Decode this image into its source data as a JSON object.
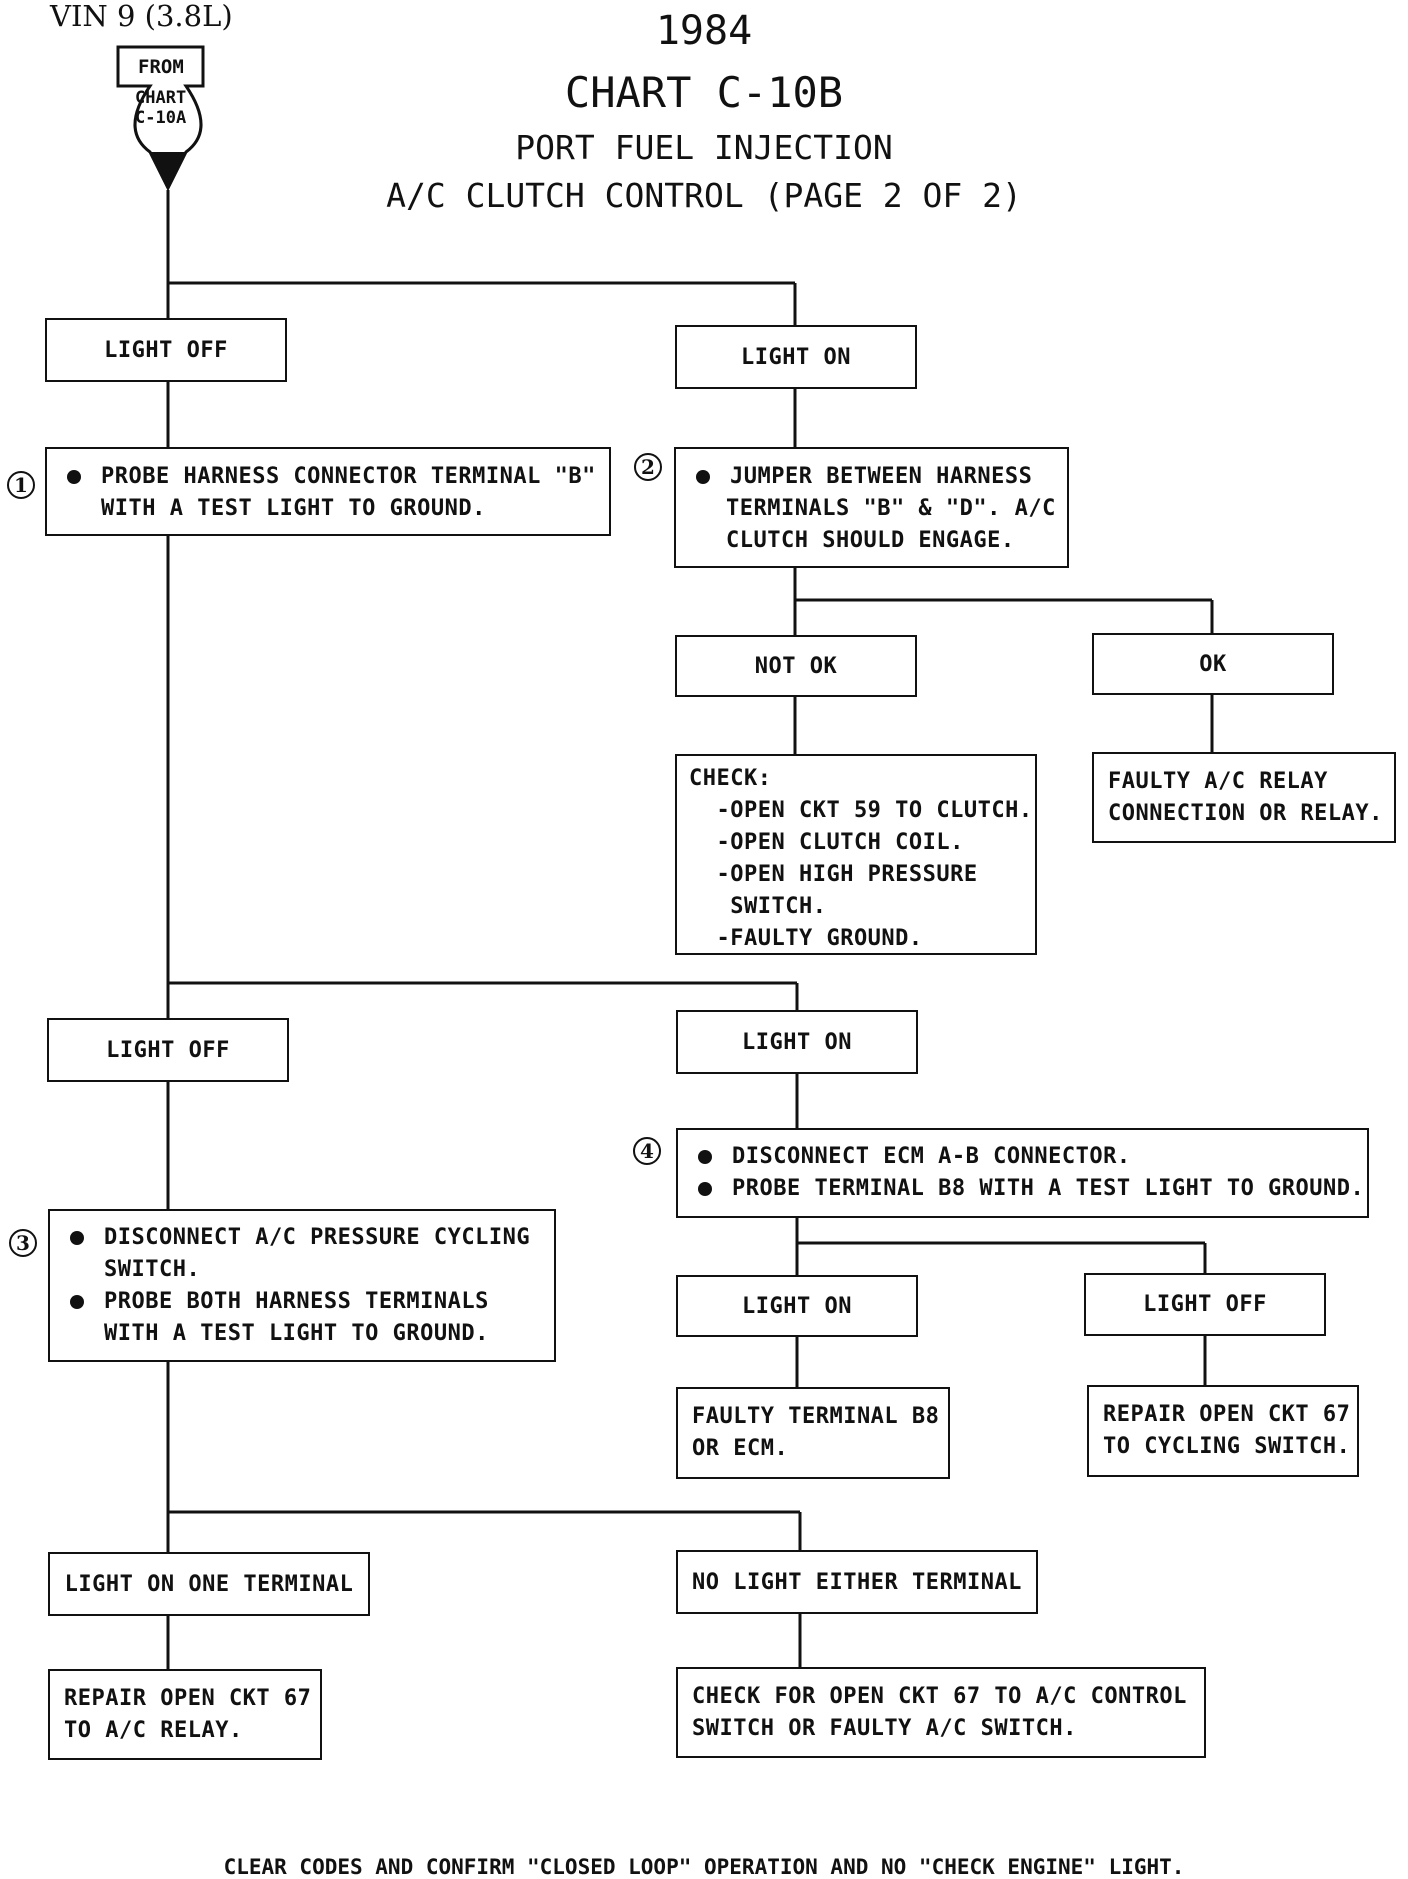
{
  "header": {
    "vin": "VIN 9 (3.8L)",
    "year": "1984",
    "chart": "CHART C-10B",
    "subtitle1": "PORT FUEL INJECTION",
    "subtitle2": "A/C CLUTCH CONTROL (PAGE 2 OF 2)"
  },
  "entry": {
    "line1": "FROM",
    "line2": "CHART",
    "line3": "C-10A"
  },
  "steps": {
    "s1": "1",
    "s2": "2",
    "s3": "3",
    "s4": "4"
  },
  "boxes": {
    "light_off_1": "LIGHT OFF",
    "light_on_1": "LIGHT ON",
    "probe_b": [
      "PROBE HARNESS CONNECTOR TERMINAL \"B\"",
      "WITH A TEST LIGHT TO GROUND."
    ],
    "jumper": [
      "JUMPER BETWEEN HARNESS",
      "TERMINALS \"B\" & \"D\". A/C",
      "CLUTCH SHOULD ENGAGE."
    ],
    "not_ok": "NOT OK",
    "ok": "OK",
    "check": [
      "CHECK:",
      "  -OPEN CKT 59 TO CLUTCH.",
      "  -OPEN CLUTCH COIL.",
      "  -OPEN HIGH PRESSURE",
      "   SWITCH.",
      "  -FAULTY GROUND."
    ],
    "faulty_relay": [
      "FAULTY A/C RELAY",
      "CONNECTION OR RELAY."
    ],
    "light_off_2": "LIGHT OFF",
    "light_on_2": "LIGHT ON",
    "disconnect_ecm": [
      "DISCONNECT ECM A-B CONNECTOR.",
      "PROBE TERMINAL B8 WITH A TEST LIGHT TO GROUND."
    ],
    "disconnect_ac": [
      "DISCONNECT A/C PRESSURE CYCLING",
      "SWITCH.",
      "PROBE BOTH HARNESS TERMINALS",
      "WITH A TEST LIGHT TO GROUND."
    ],
    "light_on_3": "LIGHT ON",
    "light_off_3": "LIGHT OFF",
    "faulty_b8": [
      "FAULTY TERMINAL B8",
      "OR ECM."
    ],
    "repair_cycling": [
      "REPAIR OPEN CKT 67",
      "TO CYCLING SWITCH."
    ],
    "light_one": "LIGHT ON ONE TERMINAL",
    "no_light": "NO LIGHT EITHER TERMINAL",
    "repair_relay": [
      "REPAIR OPEN CKT 67",
      "TO A/C RELAY."
    ],
    "check_open": [
      "CHECK FOR OPEN CKT 67 TO A/C CONTROL",
      "SWITCH OR FAULTY A/C SWITCH."
    ]
  },
  "footer": "CLEAR CODES AND CONFIRM \"CLOSED LOOP\" OPERATION AND NO \"CHECK ENGINE\" LIGHT."
}
